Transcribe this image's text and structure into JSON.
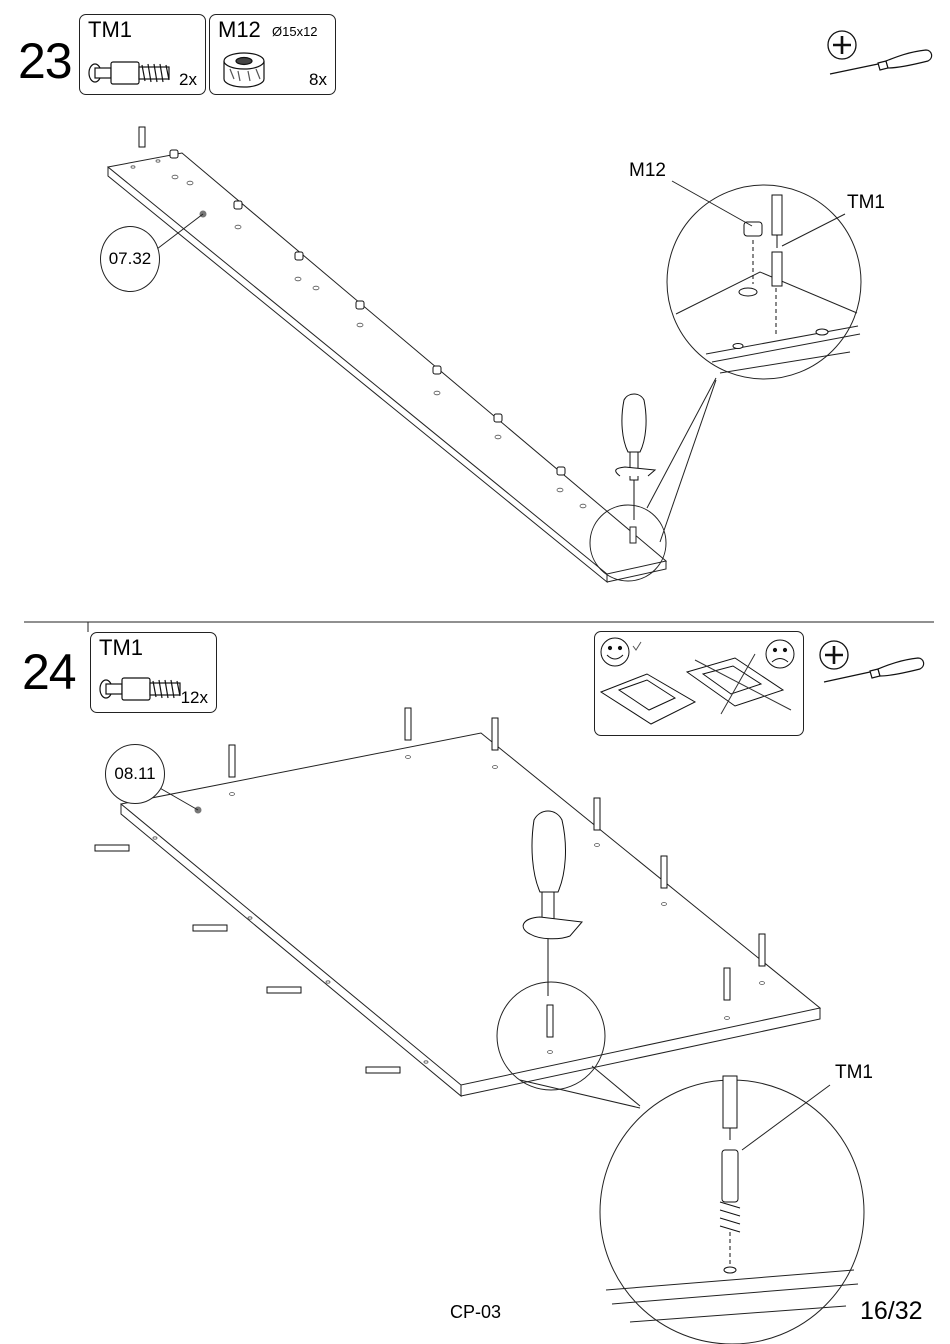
{
  "steps": [
    {
      "number": "23",
      "parts": [
        {
          "code": "TM1",
          "size": "",
          "qty": "2x",
          "icon": "tm1-cam-bolt-icon"
        },
        {
          "code": "M12",
          "size": "Ø15x12",
          "qty": "8x",
          "icon": "m12-cam-lock-icon"
        }
      ],
      "tool": "phillips-screwdriver-icon",
      "panel_ref": "07.32",
      "callouts": {
        "m12": "M12",
        "tm1": "TM1"
      }
    },
    {
      "number": "24",
      "parts": [
        {
          "code": "TM1",
          "size": "",
          "qty": "12x",
          "icon": "tm1-cam-bolt-icon"
        }
      ],
      "tool": "phillips-screwdriver-icon",
      "hint_icons": [
        "happy-face-icon",
        "sad-face-icon"
      ],
      "panel_ref": "08.11",
      "callouts": {
        "tm1": "TM1"
      }
    }
  ],
  "footer": {
    "model": "CP-03",
    "page": "16/32"
  }
}
